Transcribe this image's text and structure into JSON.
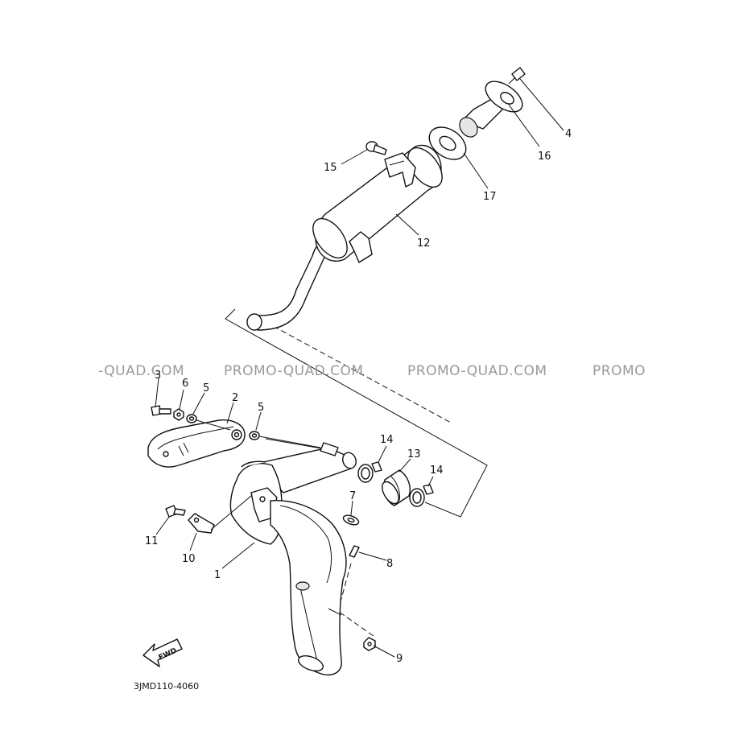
{
  "watermarks": [
    "-QUAD.COM",
    "PROMO-QUAD.COM",
    "PROMO-QUAD.COM",
    "PROMO"
  ],
  "diagram_code": "3JMD110-4060",
  "fwd_label": "FWD",
  "callouts": {
    "p1": "1",
    "p2": "2",
    "p3": "3",
    "p4": "4",
    "p5a": "5",
    "p5b": "5",
    "p6": "6",
    "p7": "7",
    "p8": "8",
    "p9": "9",
    "p10": "10",
    "p11": "11",
    "p12": "12",
    "p13": "13",
    "p14a": "14",
    "p14b": "14",
    "p15": "15",
    "p16": "16",
    "p17": "17"
  }
}
